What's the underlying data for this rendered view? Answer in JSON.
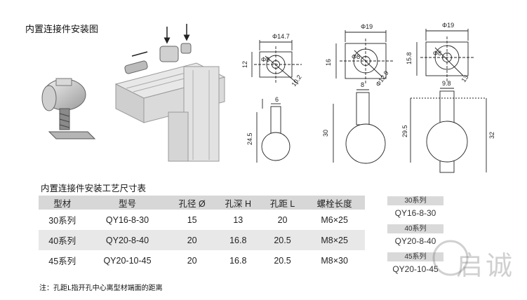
{
  "title": "内置连接件安装图",
  "drawings": {
    "d1": {
      "w": "Φ14.7",
      "h": "12",
      "hole": "Φ8",
      "diag": "10.2",
      "stem": "6",
      "depth": "24.5"
    },
    "d2": {
      "w": "Φ19",
      "h": "16",
      "hole": "Φ8",
      "diag": "Φ12.9",
      "stem": "8",
      "depth": "30"
    },
    "d3": {
      "w": "Φ19",
      "h": "15.8",
      "hole": "Φ8",
      "diag": "13",
      "stem": "9.8",
      "depth": "29.5",
      "total": "32"
    }
  },
  "table": {
    "title": "内置连接件安装工艺尺寸表",
    "headers": [
      "型材",
      "型号",
      "孔径 Ø",
      "孔深 H",
      "孔距 L",
      "螺栓长度"
    ],
    "rows": [
      [
        "30系列",
        "QY16-8-30",
        "15",
        "13",
        "20",
        "M6×25"
      ],
      [
        "40系列",
        "QY20-8-40",
        "20",
        "16.8",
        "20.5",
        "M8×25"
      ],
      [
        "45系列",
        "QY20-10-45",
        "20",
        "16.8",
        "20.5",
        "M8×30"
      ]
    ]
  },
  "side_list": [
    {
      "header": "30系列",
      "model": "QY16-8-30"
    },
    {
      "header": "40系列",
      "model": "QY20-8-40"
    },
    {
      "header": "45系列",
      "model": "QY20-10-45"
    }
  ],
  "watermark": "启诚",
  "footnote": "注：孔距L指开孔中心离型材端面的距离"
}
